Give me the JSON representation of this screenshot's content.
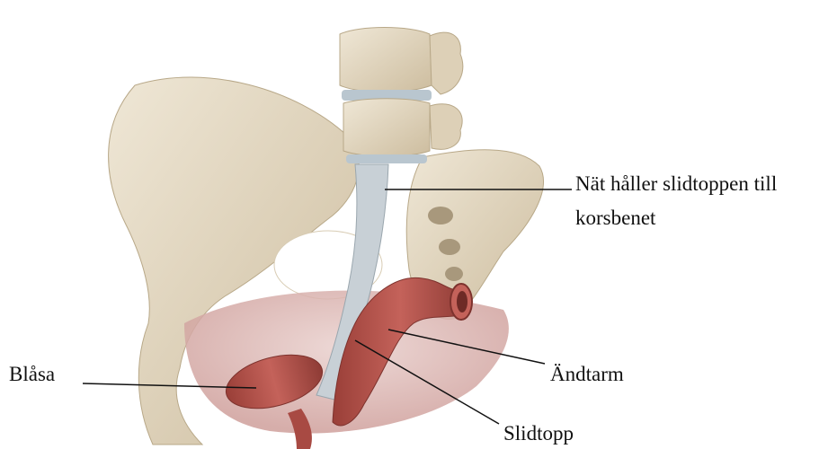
{
  "labels": {
    "mesh_line1": "Nät håller slidtoppen till",
    "mesh_line2": "korsbenet",
    "rectum": "Ändtarm",
    "bladder": "Blåsa",
    "vaginal_vault": "Slidtopp"
  },
  "colors": {
    "bone": "#e6dcc8",
    "bone_shadow": "#c9b99c",
    "disc": "#b9c6cf",
    "mesh": "#c8d0d6",
    "muscle": "#b8574f",
    "muscle_dark": "#8e3b35",
    "pelvic_floor": "#d9b7b4",
    "leader_line": "#111111"
  }
}
